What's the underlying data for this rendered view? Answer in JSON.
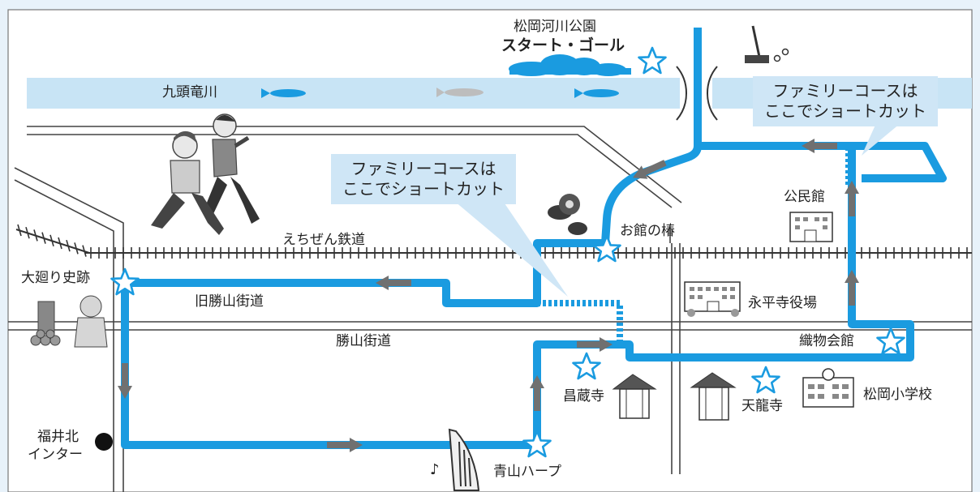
{
  "map": {
    "river_name": "九頭竜川",
    "start": {
      "line1": "松岡河川公園",
      "line2": "スタート・ゴール"
    },
    "railway_name": "えちぜん鉄道",
    "roads": {
      "old_road": "旧勝山街道",
      "road": "勝山街道"
    },
    "callouts": [
      {
        "line1": "ファミリーコースは",
        "line2": "ここでショートカット"
      },
      {
        "line1": "ファミリーコースは",
        "line2": "ここでショートカット"
      }
    ],
    "places": {
      "omawari": "大廻り史跡",
      "fukui_ic_line1": "福井北",
      "fukui_ic_line2": "インター",
      "aoyama_harp": "青山ハープ",
      "shozoji": "昌蔵寺",
      "tenryuji": "天龍寺",
      "matsuoka_school": "松岡小学校",
      "orimono": "織物会館",
      "eiheiji_office": "永平寺役場",
      "kominkan": "公民館",
      "otachi": "お館の椿"
    },
    "colors": {
      "route": "#1a9be0",
      "water": "#c8e4f5",
      "frame_bg": "#e8f2fa",
      "map_bg": "#ffffff",
      "arrow": "#707070",
      "road": "#444444"
    }
  }
}
